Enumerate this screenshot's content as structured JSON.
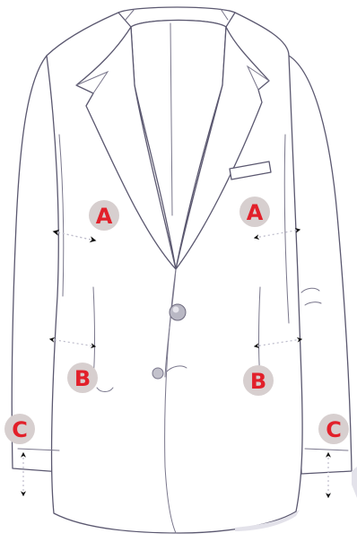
{
  "markers": {
    "a_left": "A",
    "a_right": "A",
    "b_left": "B",
    "b_right": "B",
    "c_left": "C",
    "c_right": "C"
  },
  "colors": {
    "marker_text": "#e2202a",
    "marker_circle": "#d7cfcf",
    "outline": "#5b5870",
    "arrow": "#111111"
  }
}
